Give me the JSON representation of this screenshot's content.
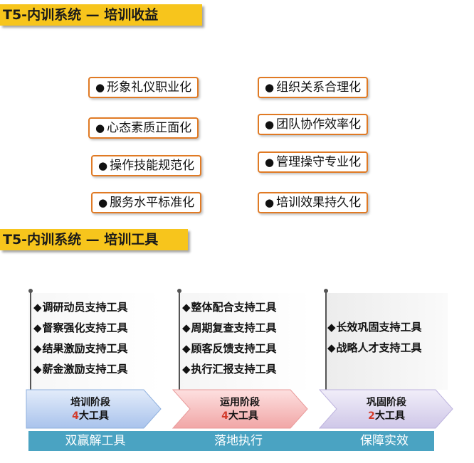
{
  "section1": {
    "title": "T5-内训系统 — 培训收益"
  },
  "benefits": {
    "left": [
      "形象礼仪职业化",
      "心态素质正面化",
      "操作技能规范化",
      "服务水平标准化"
    ],
    "right": [
      "组织关系合理化",
      "团队协作效率化",
      "管理操守专业化",
      "培训效果持久化"
    ]
  },
  "section2": {
    "title": "T5-内训系统 — 培训工具"
  },
  "stages": [
    {
      "tools": [
        "调研动员支持工具",
        "督察强化支持工具",
        "结果激励支持工具",
        "薪金激励支持工具"
      ],
      "name": "培训阶段",
      "count": "4",
      "count_suffix": "大工具",
      "bottom": "双赢解工具"
    },
    {
      "tools": [
        "整体配合支持工具",
        "周期复查支持工具",
        "顾客反馈支持工具",
        "执行汇报支持工具"
      ],
      "name": "运用阶段",
      "count": "4",
      "count_suffix": "大工具",
      "bottom": "落地执行"
    },
    {
      "tools": [
        "长效巩固支持工具",
        "战略人才支持工具"
      ],
      "name": "巩固阶段",
      "count": "2",
      "count_suffix": "大工具",
      "bottom": "保障实效"
    }
  ],
  "colors": {
    "banner": "#f7c51c",
    "pill_border": "#e07a24",
    "bottom_bar": "#4aa3c2",
    "stage1_arrow": "#b9cff0",
    "stage2_arrow": "#f5b6b6",
    "stage3_arrow": "#dcd6ee",
    "count_red": "#d23a2a"
  },
  "icons": {
    "bullet": "black-circle-icon",
    "tool_bullet": "diamond-icon"
  }
}
